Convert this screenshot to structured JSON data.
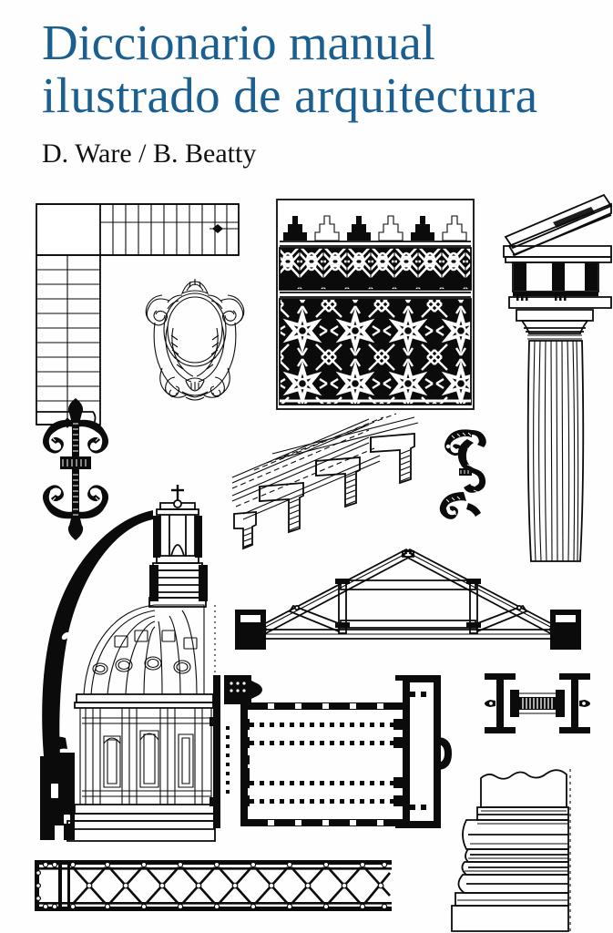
{
  "cover": {
    "background_color": "#fefefe",
    "title_color": "#1a5f8f",
    "author_color": "#111111",
    "ink_color": "#0b0b0b",
    "title_line_1": "Diccionario manual",
    "title_line_2": "ilustrado de arquitectura",
    "authors": "D. Ware / B. Beatty"
  },
  "illustrations": [
    {
      "id": "staircase-plan",
      "name": "L-shaped staircase plan",
      "icon": "staircase-plan-icon"
    },
    {
      "id": "cartouche",
      "name": "Baroque cartouche frame ornament",
      "icon": "cartouche-icon"
    },
    {
      "id": "moorish-ornament",
      "name": "Moorish geometric wall ornament",
      "icon": "moorish-ornament-icon"
    },
    {
      "id": "doric-order",
      "name": "Doric column and entablature",
      "icon": "doric-column-icon"
    },
    {
      "id": "fleur-de-lis",
      "name": "Wrought iron fleur-de-lis hinge",
      "icon": "fleur-de-lis-icon"
    },
    {
      "id": "floor-joists",
      "name": "Timber floor joists axonometric",
      "icon": "floor-joists-icon"
    },
    {
      "id": "scroll-ironwork",
      "name": "Wrought iron S-scroll ornament",
      "icon": "s-scroll-icon"
    },
    {
      "id": "dome-section",
      "name": "Dome with lantern, section",
      "icon": "dome-section-icon"
    },
    {
      "id": "roof-truss",
      "name": "Queen post roof truss",
      "icon": "roof-truss-icon"
    },
    {
      "id": "basilica-plan",
      "name": "Basilica floor plan with apse",
      "icon": "basilica-plan-icon"
    },
    {
      "id": "tie-rod-detail",
      "name": "Steel I-beam tie rod detail",
      "icon": "tie-rod-icon"
    },
    {
      "id": "column-base",
      "name": "Column base moulding profile",
      "icon": "column-base-icon"
    },
    {
      "id": "lattice-girder",
      "name": "Riveted lattice girder",
      "icon": "lattice-girder-icon"
    }
  ]
}
